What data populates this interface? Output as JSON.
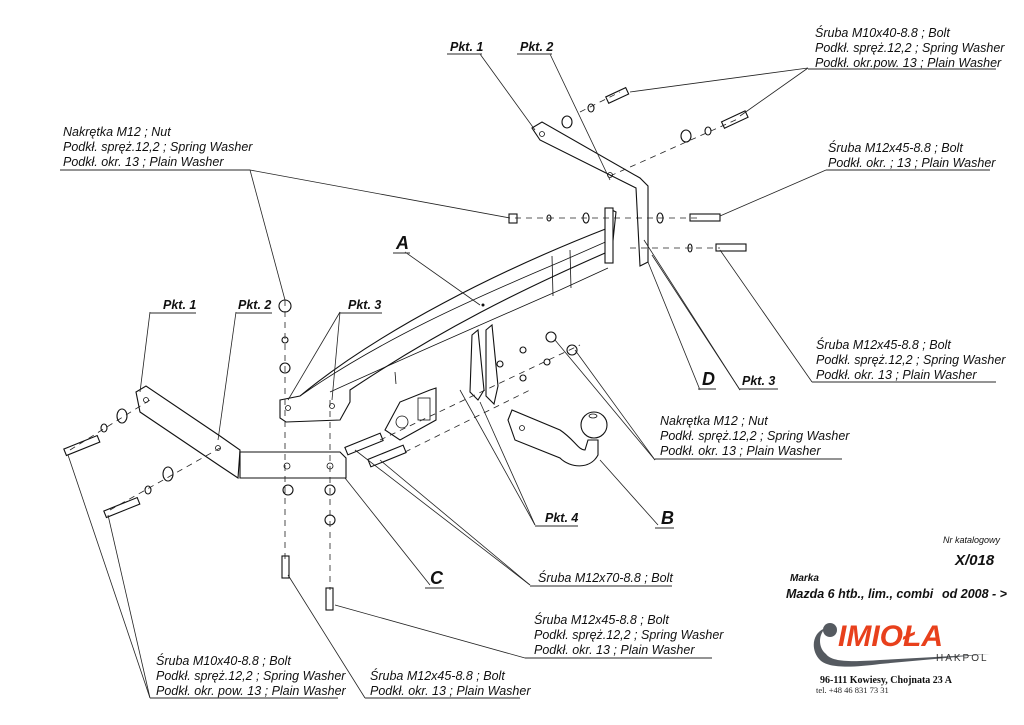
{
  "title": "Tow bar exploded assembly drawing",
  "callouts": {
    "top_right_bolt": [
      "Śruba M10x40-8.8 ;  Bolt",
      "Podkł. spręż.12,2 ; Spring Washer",
      "Podkł. okr.pow. 13 ; Plain Washer"
    ],
    "right_bolt_m12": [
      "Śruba M12x45-8.8 ;  Bolt",
      "Podkł. okr. ; 13 ; Plain Washer"
    ],
    "left_nut": [
      "Nakrętka  M12 ; Nut",
      "Podkł. spręż.12,2 ; Spring Washer",
      "Podkł. okr. 13 ; Plain Washer"
    ],
    "right_bolt_m12_spring": [
      "Śruba M12x45-8.8 ;  Bolt",
      "Podkł. spręż.12,2 ; Spring Washer",
      "Podkł. okr. 13 ; Plain Washer"
    ],
    "mid_nut": [
      "Nakrętka  M12 ; Nut",
      "Podkł. spręż.12,2 ; Spring Washer",
      "Podkł. okr. 13 ; Plain Washer"
    ],
    "bolt_m12x70": [
      "Śruba M12x70-8.8 ;  Bolt"
    ],
    "bottom_mid_bolt": [
      "Śruba M12x45-8.8 ;  Bolt",
      "Podkł. spręż.12,2 ; Spring Washer",
      "Podkł. okr. 13 ; Plain Washer"
    ],
    "bottom_left_bolt": [
      "Śruba M10x40-8.8 ;  Bolt",
      "Podkł. spręż.12,2 ; Spring Washer",
      "Podkł. okr. pow. 13 ; Plain Washer"
    ],
    "bottom_center_bolt": [
      "Śruba M12x45-8.8 ;  Bolt",
      "Podkł. okr. 13 ; Plain Washer"
    ]
  },
  "points": {
    "top_pkt1": "Pkt. 1",
    "top_pkt2": "Pkt. 2",
    "left_pkt1": "Pkt. 1",
    "left_pkt2": "Pkt. 2",
    "left_pkt3": "Pkt. 3",
    "right_pkt3": "Pkt. 3",
    "pkt4": "Pkt. 4"
  },
  "parts": {
    "A": "A",
    "B": "B",
    "C": "C",
    "D": "D"
  },
  "catalog": {
    "label": "Nr katalogowy",
    "number": "X/018",
    "make_label": "Marka",
    "model": "Mazda 6 htb., lim., combi",
    "years": "od 2008 - >"
  },
  "company": {
    "brand": "IMIOŁA",
    "sub_brand": "HAKPOL",
    "address": "96-111 Kowiesy, Chojnata 23 A",
    "phone": "tel. +48 46 831 73 31",
    "brand_color": "#e8401c",
    "hook_color": "#555a60"
  }
}
